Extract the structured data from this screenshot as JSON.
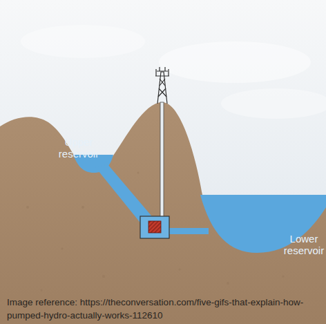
{
  "diagram": {
    "nodes": [
      {
        "text": [
          "Upper reservoir"
        ]
      },
      {
        "text": [
          "Lower reservoir"
        ]
      }
    ],
    "labels": [
      "Image reference: https://theconversation.com/five-gifs-that-explain-how-pumped-hydro-actually-works-112610"
    ]
  }
}
